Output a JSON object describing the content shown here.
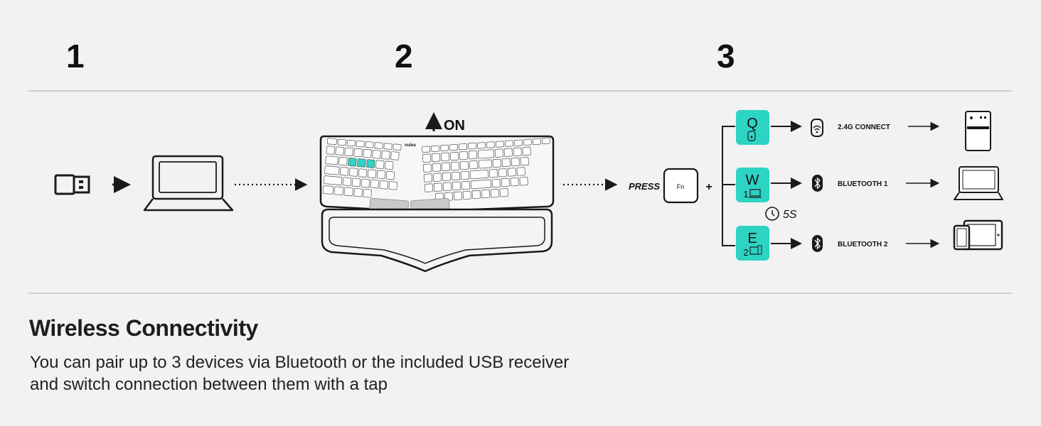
{
  "steps": [
    "1",
    "2",
    "3"
  ],
  "keyboard": {
    "brand": "nulea",
    "switch_label": "ON"
  },
  "press_label": "PRESS",
  "fn_key": "Fn",
  "plus": "+",
  "hold_time": "5S",
  "channels": [
    {
      "key": "Q",
      "sub": "",
      "connection": "2.4G CONNECT",
      "device": "usb-receiver-device"
    },
    {
      "key": "W",
      "sub": "1",
      "connection": "BLUETOOTH 1",
      "device": "laptop"
    },
    {
      "key": "E",
      "sub": "2",
      "connection": "BLUETOOTH 2",
      "device": "tablet-and-phone"
    }
  ],
  "colors": {
    "accent": "#2dd4c4",
    "stroke": "#1a1a1a",
    "background": "#f2f2f2"
  },
  "text": {
    "heading": "Wireless Connectivity",
    "description_line1": "You can pair up to 3 devices via Bluetooth or the included USB receiver",
    "description_line2": "and switch connection between them with a tap"
  }
}
